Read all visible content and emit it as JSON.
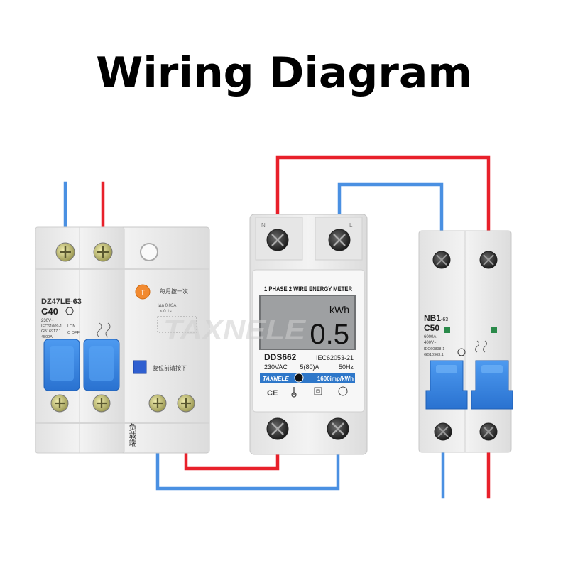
{
  "title": "Wiring Diagram",
  "colors": {
    "live": "#e8202a",
    "neutral": "#4a90e2",
    "lcd": "#9ea0a2",
    "handle": "#2f7fe0",
    "body": "#ececec"
  },
  "rcbo": {
    "model": "DZ47LE-63",
    "rating": "C40",
    "voltage": "230V~",
    "sensitivity_a": "IΔn 0.03A",
    "sensitivity_b": "t ≤ 0.1s",
    "standard_a": "IEC61009-1",
    "standard_b": "GB16917.1",
    "breaking": "4500A",
    "on_label": "I ON",
    "off_label": "O OFF",
    "test_note": "每月按一次",
    "reset_note": "复位前请按下",
    "load_label": "负载端",
    "test_button": "T"
  },
  "meter": {
    "header": "1 PHASE 2 WIRE ENERGY METER",
    "unit": "kWh",
    "reading": "0.5",
    "model": "DDS662",
    "standard": "IEC62053-21",
    "voltage": "230VAC",
    "current": "5(80)A",
    "frequency": "50Hz",
    "brand": "TAXNELE",
    "constant": "1600imp/kWh",
    "ce": "CE",
    "terminal_n": "N",
    "terminal_l": "L"
  },
  "mcb": {
    "model": "NB1",
    "model_suffix": "-63",
    "rating": "C50",
    "breaking": "6000A",
    "voltage": "400V~",
    "standard_a": "IEC60898-1",
    "standard_b": "GB10963.1"
  },
  "watermark": "TAXNELE"
}
